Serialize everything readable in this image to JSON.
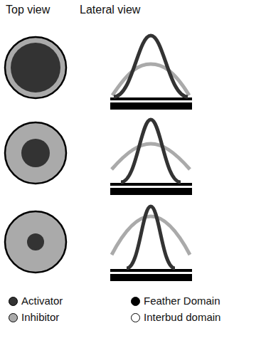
{
  "diagram": {
    "labels": [
      "Top view",
      "Lateral view"
    ],
    "legend": [
      {
        "text": "Activator",
        "color": "#333333"
      },
      {
        "text": "Feather Domain",
        "color": "#000000"
      },
      {
        "text": "Inhibitor",
        "color": "#aaaaaa"
      },
      {
        "text": "Interbud domain",
        "color": "#ffffff"
      }
    ]
  }
}
